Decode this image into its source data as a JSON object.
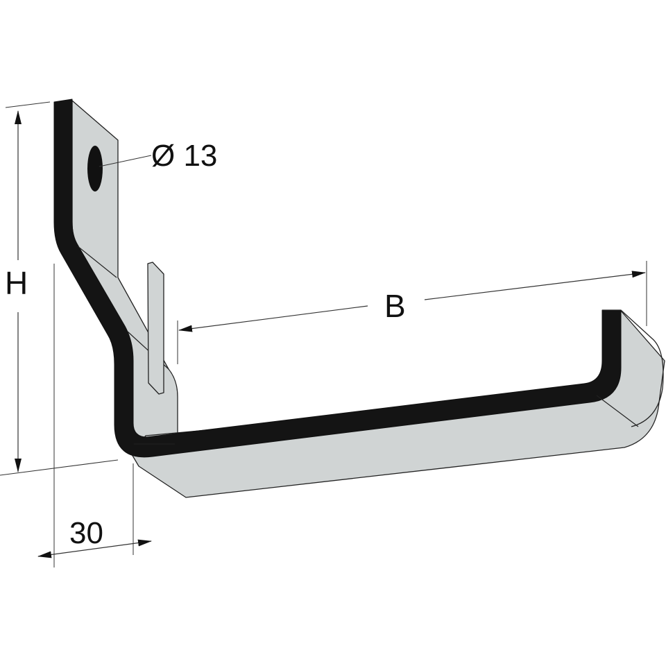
{
  "diagram": {
    "labels": {
      "hole": "Ø 13",
      "height": "H",
      "width": "B",
      "depth": "30"
    },
    "colors": {
      "steel_face": "#d0d4d4",
      "steel_edge": "#141414",
      "outline": "#222222",
      "dim_line": "#333333",
      "label": "#111111"
    },
    "parts": [
      "mounting-tab",
      "bent-neck",
      "bottom-strap",
      "front-lip",
      "fixing-clip",
      "mounting-hole"
    ]
  }
}
